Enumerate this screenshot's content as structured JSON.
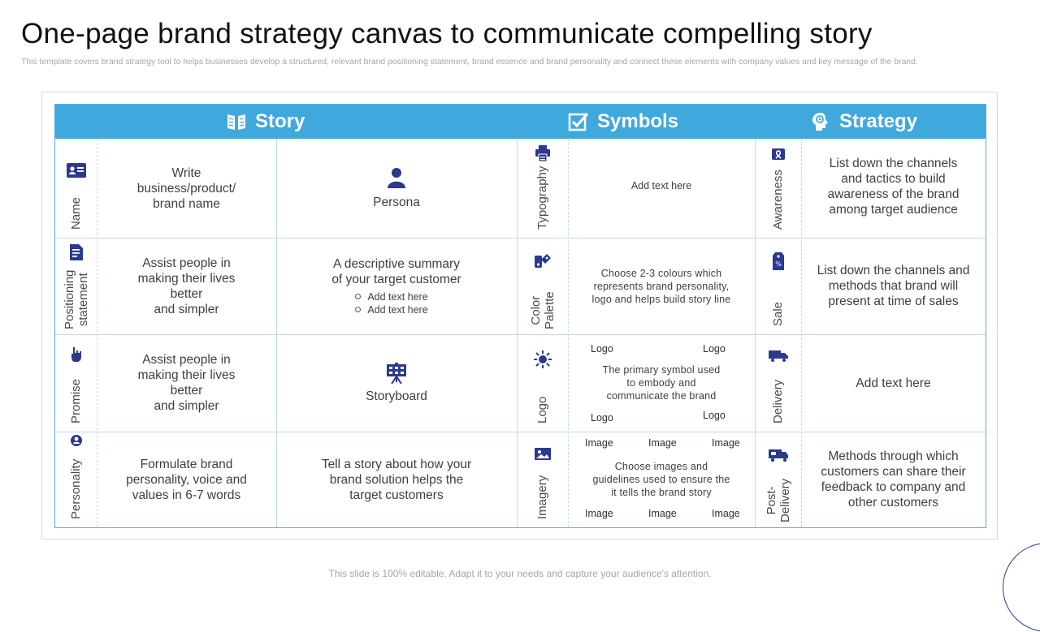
{
  "title": "One-page brand strategy canvas to communicate compelling story",
  "subtitle": "This template covers brand strategy tool to helps businesses develop a structured, relevant brand positioning statement, brand essence and brand personality and connect these elements with company values and key message of the brand.",
  "headers": {
    "story": "Story",
    "symbols": "Symbols",
    "strategy": "Strategy"
  },
  "icons": {
    "story": "book-icon",
    "symbols": "checkbox-icon",
    "strategy": "gear-head-icon"
  },
  "rows": [
    {
      "label": "Name",
      "icon": "id-card-icon",
      "text": "Write\nbusiness/product/\nbrand name"
    },
    {
      "label": "Positioning\nstatement",
      "icon": "document-icon",
      "text": "Assist people in\nmaking their lives\nbetter\nand simpler"
    },
    {
      "label": "Promise",
      "icon": "hand-icon",
      "text": "Assist people in\nmaking their lives\nbetter\nand simpler"
    },
    {
      "label": "Personality",
      "icon": "person-icon",
      "text": "Formulate brand\npersonality, voice and\nvalues in 6-7 words"
    }
  ],
  "story_col": {
    "persona_label": "Persona",
    "summary": "A descriptive summary\nof your target customer",
    "bullets": [
      "Add text here",
      "Add text here"
    ],
    "storyboard_label": "Storyboard",
    "tell": "Tell a story about how your\nbrand solution helps the\ntarget customers"
  },
  "symbols": {
    "typography": {
      "label": "Typography",
      "text": "Add text here"
    },
    "color": {
      "label": "Color\nPalette",
      "text": "Choose 2-3 colours which\nrepresents brand personality,\nlogo and helps build story line"
    },
    "logo": {
      "label": "Logo",
      "text": "The primary symbol used\nto embody and\ncommunicate the brand",
      "item": "Logo"
    },
    "imagery": {
      "label": "Imagery",
      "text": "Choose images and\nguidelines used to ensure the\nit tells the brand story",
      "item": "Image"
    }
  },
  "strategy": [
    {
      "label": "Awareness",
      "text": "List down the channels\nand tactics to build\nawareness of the brand\namong target audience"
    },
    {
      "label": "Sale",
      "text": "List down the channels and\nmethods that brand will\npresent at time of sales"
    },
    {
      "label": "Delivery",
      "text": "Add text here"
    },
    {
      "label": "Post-\nDelivery",
      "text": "Methods through which\ncustomers can share their\nfeedback to company and\nother customers"
    }
  ],
  "footer": "This slide is 100% editable. Adapt it to your needs and capture your audience's attention.",
  "colors": {
    "header": "#3fa9dd",
    "icon": "#2b3a8f",
    "grid": "#bcdcf0"
  }
}
